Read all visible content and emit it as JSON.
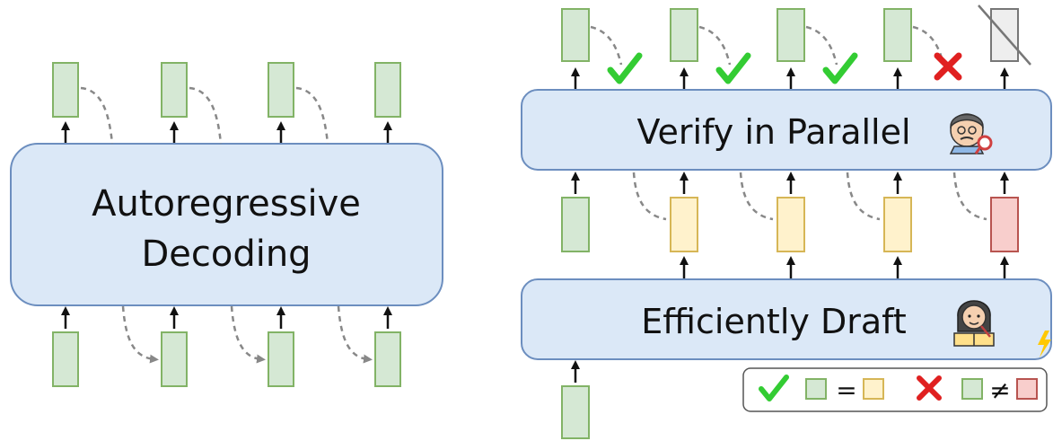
{
  "left_panel": {
    "title_line1": "Autoregressive",
    "title_line2": "Decoding"
  },
  "right_panel": {
    "verify_label": "Verify in Parallel",
    "draft_label": "Efficiently Draft",
    "verify_marks": [
      "check",
      "check",
      "check",
      "cross",
      "crossed-out"
    ],
    "legend": {
      "match_symbol": "=",
      "mismatch_symbol": "≠"
    }
  },
  "colors": {
    "block_fill": "#dbe8f7",
    "block_stroke": "#6c8ebf",
    "token_green_fill": "#d5e8d4",
    "token_green_stroke": "#82b366",
    "token_yellow_fill": "#fff2cc",
    "token_yellow_stroke": "#d6b656",
    "token_red_fill": "#f8cecc",
    "token_red_stroke": "#b85450",
    "check_color": "#33cc33",
    "cross_color": "#e02020",
    "bolt_color": "#ffc800"
  },
  "icons": [
    "check-icon",
    "cross-icon",
    "verifier-avatar-icon",
    "drafter-avatar-icon",
    "lightning-icon"
  ]
}
